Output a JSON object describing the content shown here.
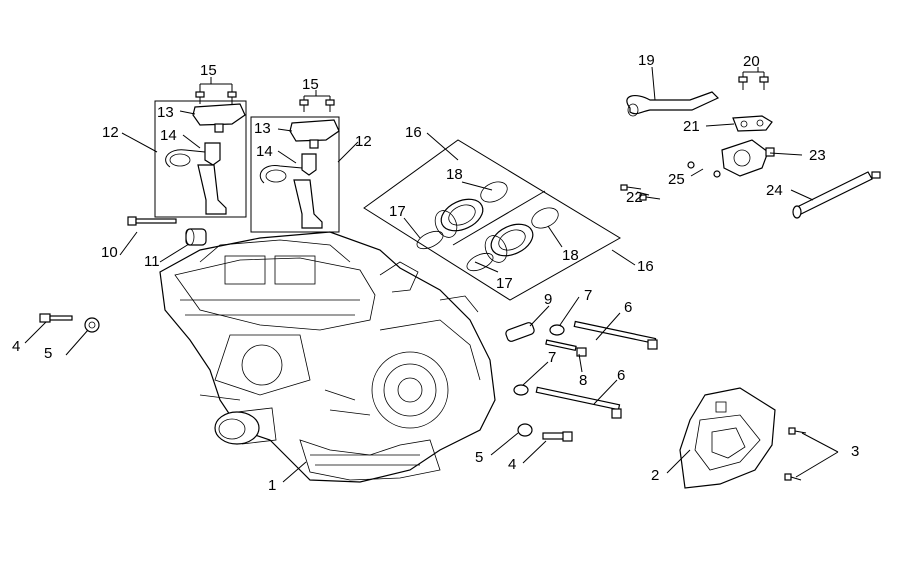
{
  "callouts": {
    "c1": "1",
    "c2": "2",
    "c3": "3",
    "c4a": "4",
    "c4b": "4",
    "c5a": "5",
    "c5b": "5",
    "c6a": "6",
    "c6b": "6",
    "c7a": "7",
    "c7b": "7",
    "c8": "8",
    "c9": "9",
    "c10": "10",
    "c11": "11",
    "c12a": "12",
    "c12b": "12",
    "c13a": "13",
    "c13b": "13",
    "c14a": "14",
    "c14b": "14",
    "c15a": "15",
    "c15b": "15",
    "c16a": "16",
    "c16b": "16",
    "c17a": "17",
    "c17b": "17",
    "c18a": "18",
    "c18b": "18",
    "c19": "19",
    "c20": "20",
    "c21": "21",
    "c22": "22",
    "c23": "23",
    "c24": "24",
    "c25": "25"
  }
}
